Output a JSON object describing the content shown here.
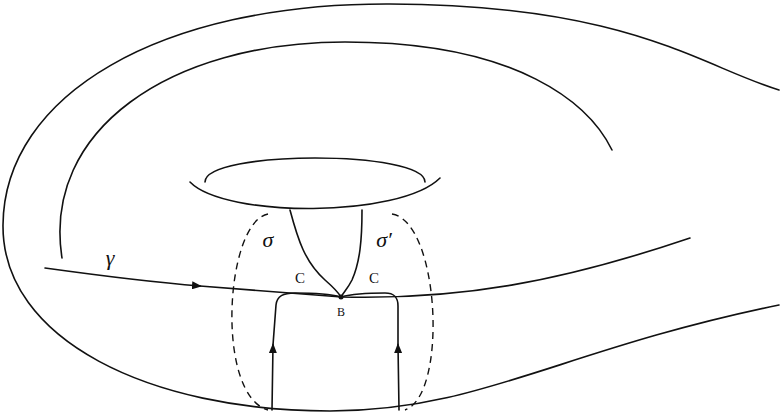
{
  "diagram": {
    "labels": [
      "σ",
      "σ′",
      "γ",
      "C",
      "C",
      "B"
    ]
  }
}
